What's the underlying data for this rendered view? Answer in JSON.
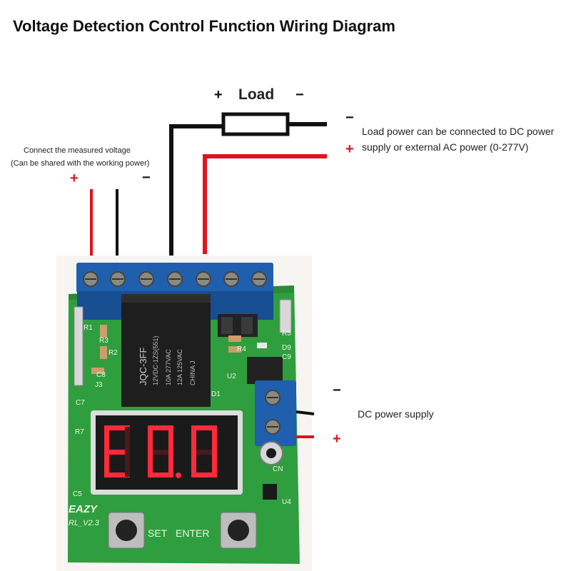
{
  "title": "Voltage Detection Control Function Wiring Diagram",
  "load": {
    "label": "Load",
    "plus": "+",
    "minus": "−"
  },
  "load_power": {
    "minus": "−",
    "plus": "+",
    "line1": "Load power can be connected to DC power",
    "line2": "supply or external AC power (0-277V)"
  },
  "measured": {
    "line1": "Connect the measured voltage",
    "line2": "(Can be shared with the working power)",
    "plus": "+",
    "minus": "−"
  },
  "dc_supply": {
    "label": "DC power supply",
    "minus": "−",
    "plus": "+"
  },
  "board": {
    "relay_brand": "JQC-3FF",
    "relay_spec1": "12VDC-1ZS(551)",
    "relay_spec2": "10A 277VAC",
    "relay_spec3": "12A 125VAC",
    "relay_origin": "CHINA  J",
    "logo": "EAZY",
    "version": "RL_V2.3",
    "set_label": "SET",
    "enter_label": "ENTER",
    "silk": [
      "R1",
      "R3",
      "C8",
      "J3",
      "C7",
      "R2",
      "R7",
      "C5",
      "R5",
      "R4",
      "D9",
      "C9",
      "U2",
      "D1",
      "U4",
      "CN"
    ]
  },
  "colors": {
    "wire_red": "#e0141c",
    "wire_black": "#111111",
    "pcb": "#2f9e3e",
    "terminal": "#1f5fae",
    "relay": "#1e1e1e",
    "segment_on": "#ff2a3a"
  }
}
